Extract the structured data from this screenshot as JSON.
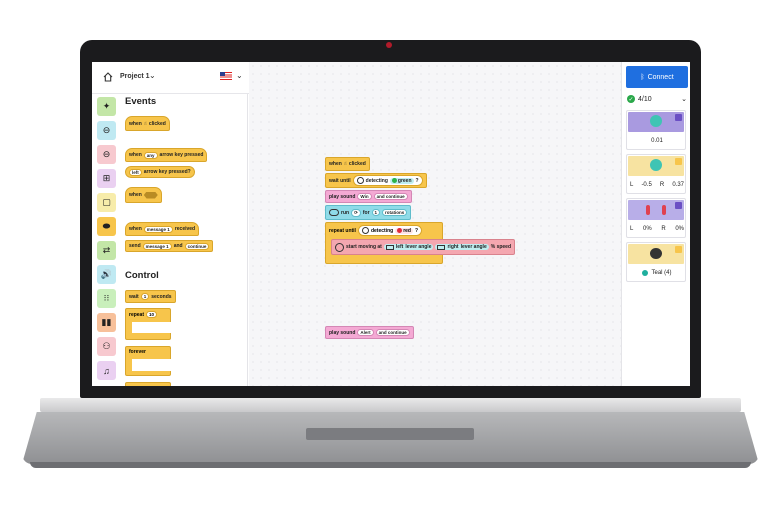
{
  "header": {
    "project_title": "Project 1",
    "language_flag": "us-flag-icon"
  },
  "categories": [
    {
      "icon": "✦",
      "color": "#c3e6a7",
      "name": "events-category"
    },
    {
      "icon": "⊖",
      "color": "#bfe9f2",
      "name": "control-category"
    },
    {
      "icon": "⊖",
      "color": "#f7c9cf",
      "name": "motion-category"
    },
    {
      "icon": "⊞",
      "color": "#ead0f1",
      "name": "looks-category"
    },
    {
      "icon": "▢",
      "color": "#f7ecaa",
      "name": "sensing-category"
    },
    {
      "icon": "⬬",
      "color": "#f7c54b",
      "name": "operators-category"
    },
    {
      "icon": "⇄",
      "color": "#c3e6a7",
      "name": "variables-category"
    },
    {
      "icon": "🔊",
      "color": "#bfe9f2",
      "name": "sound-category"
    },
    {
      "icon": "⁝⁝",
      "color": "#c9efbb",
      "name": "lists-category"
    },
    {
      "icon": "▮▮",
      "color": "#f7c09a",
      "name": "chart-category"
    },
    {
      "icon": "⚇",
      "color": "#f7c9cf",
      "name": "people-category"
    },
    {
      "icon": "♫",
      "color": "#ead0f1",
      "name": "music-category"
    }
  ],
  "palette": {
    "events_title": "Events",
    "control_title": "Control",
    "when_clicked": {
      "when": "when",
      "clicked": "clicked"
    },
    "arrow_key": {
      "when": "when",
      "key": "any",
      "text": "arrow key pressed"
    },
    "arrow_key_bool": {
      "dir": "left",
      "text": "arrow key pressed?"
    },
    "when_shape": {
      "when": "when"
    },
    "when_message": {
      "when": "when",
      "msg": "message 1",
      "text": "received"
    },
    "send_message": {
      "send": "send",
      "msg": "message 1",
      "and": "and",
      "mode": "continue"
    },
    "wait": {
      "wait": "wait",
      "num": "1",
      "seconds": "seconds"
    },
    "repeat": {
      "repeat": "repeat",
      "num": "10"
    },
    "forever": {
      "forever": "forever"
    }
  },
  "script": {
    "when_clicked": {
      "when": "when",
      "clicked": "clicked"
    },
    "wait_until": {
      "label": "wait until",
      "detecting": "detecting",
      "color": "green",
      "q": "?"
    },
    "play_sound_1": {
      "label": "play sound",
      "sound": "Win",
      "mode": "and continue"
    },
    "run": {
      "run": "run",
      "for": "for",
      "num": "1",
      "unit": "rotations"
    },
    "repeat_until": {
      "label": "repeat until",
      "detecting": "detecting",
      "color": "red",
      "q": "?"
    },
    "start_moving": {
      "label": "start moving at",
      "left": "left",
      "left_angle": "lever angle",
      "right": "right",
      "right_angle": "lever angle",
      "speed": "% speed"
    },
    "play_sound_2": {
      "label": "play sound",
      "sound": "Alert",
      "mode": "and continue"
    }
  },
  "right_panel": {
    "connect_label": "Connect",
    "device_count": "4/10",
    "card1": {
      "value": "0.01"
    },
    "card2": {
      "l_label": "L",
      "l_val": "-0.5",
      "r_label": "R",
      "r_val": "0.37"
    },
    "card3": {
      "l_label": "L",
      "l_val": "0%",
      "r_label": "R",
      "r_val": "0%"
    },
    "card4": {
      "value": "Teal (4)"
    }
  },
  "colors": {
    "accent": "#1f6fe0",
    "event": "#f7c54b",
    "sound": "#f4a9d4",
    "motor": "#8fdbe8",
    "motion": "#f4a7b0"
  }
}
